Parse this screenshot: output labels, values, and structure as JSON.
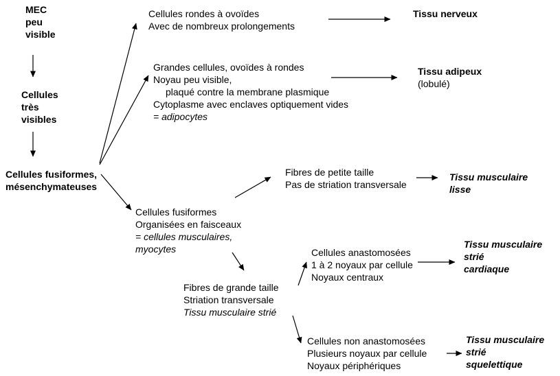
{
  "left_column": {
    "mec": [
      "MEC",
      "peu",
      "visible"
    ],
    "cells_visible": [
      "Cellules",
      "très",
      "visibles"
    ],
    "fusiform": [
      "Cellules fusiformes,",
      "mésenchymateuses"
    ]
  },
  "nerve_branch": {
    "description": [
      "Cellules rondes à ovoïdes",
      "Avec de nombreux prolongements"
    ],
    "tissue": "Tissu nerveux"
  },
  "adipose_branch": {
    "description": [
      "Grandes cellules, ovoïdes à rondes",
      "Noyau peu visible,",
      "plaqué contre la membrane plasmique",
      "Cytoplasme avec enclaves optiquement vides",
      "= adipocytes"
    ],
    "tissue": "Tissu adipeux",
    "tissue_note": "(lobulé)"
  },
  "muscle_branch": {
    "description": [
      "Cellules fusiformes",
      "Organisées en faisceaux",
      "= cellules musculaires,",
      "myocytes"
    ],
    "smooth": {
      "description": [
        "Fibres de petite taille",
        "Pas de striation transversale"
      ],
      "tissue": [
        "Tissu musculaire",
        "lisse"
      ]
    },
    "striated": {
      "description": [
        "Fibres de grande taille",
        "Striation transversale",
        "Tissu musculaire strié"
      ],
      "cardiac": {
        "description": [
          "Cellules anastomosées",
          "1 à 2 noyaux par cellule",
          "Noyaux centraux"
        ],
        "tissue": [
          "Tissu musculaire",
          "strié",
          "cardiaque"
        ]
      },
      "skeletal": {
        "description": [
          "Cellules non anastomosées",
          "Plusieurs noyaux par cellule",
          "Noyaux périphériques"
        ],
        "tissue": [
          "Tissu musculaire",
          "strié",
          "squelettique"
        ]
      }
    }
  }
}
